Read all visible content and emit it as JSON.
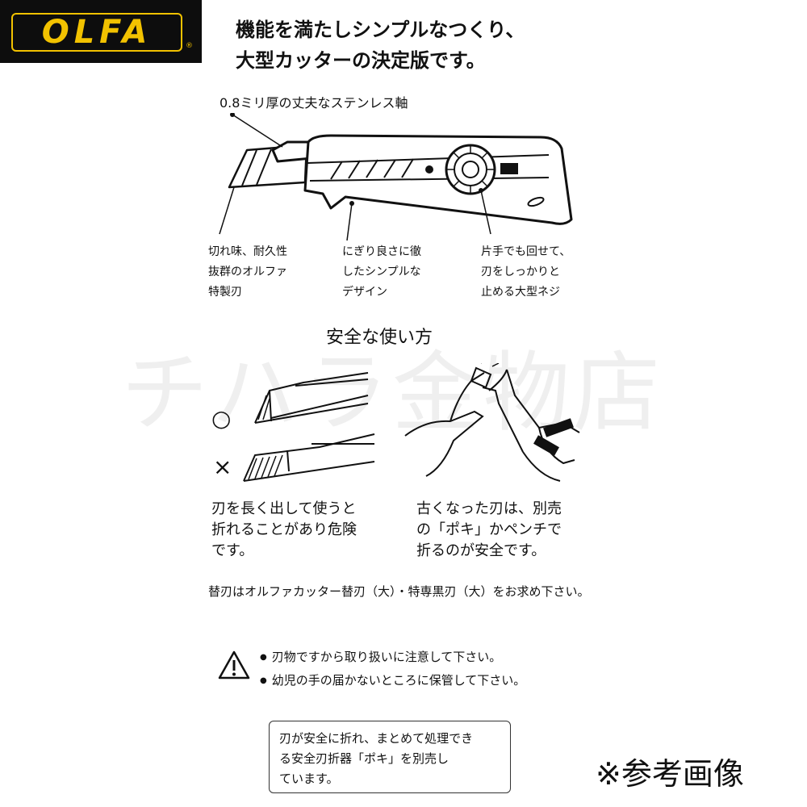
{
  "brand": {
    "logo_text": "OLFA",
    "registered_mark": "®",
    "logo_color": "#f2c200",
    "logo_bg": "#0d0d0d"
  },
  "headline": {
    "line1": "機能を満たしシンプルなつくり、",
    "line2": "大型カッターの決定版です。"
  },
  "diagram": {
    "spec_label": "0.8ミリ厚の丈夫なステンレス軸",
    "features": [
      {
        "lines": [
          "切れ味、耐久性",
          "抜群のオルファ",
          "特製刃"
        ]
      },
      {
        "lines": [
          "にぎり良さに徹",
          "したシンプルな",
          "デザイン"
        ]
      },
      {
        "lines": [
          "片手でも回せて、",
          "刃をしっかりと",
          "止める大型ネジ"
        ]
      }
    ]
  },
  "safety": {
    "title": "安全な使い方",
    "ok_mark": "○",
    "ng_mark": "×",
    "left_caption": [
      "刃を長く出して使うと",
      "折れることがあり危険",
      "です。"
    ],
    "right_caption": [
      "古くなった刃は、別売",
      "の「ポキ」かペンチで",
      "折るのが安全です。"
    ]
  },
  "replacement_note": "替刃はオルファカッター替刃（大）・特専黒刃（大）をお求め下さい。",
  "warnings": [
    "刃物ですから取り扱いに注意して下さい。",
    "幼児の手の届かないところに保管して下さい。"
  ],
  "info_box": [
    "刃が安全に折れ、まとめて処理でき",
    "る安全刃折器「ポキ」を別売し",
    "ています。"
  ],
  "reference_label": "※参考画像",
  "watermark": "チハラ金物店",
  "icons": {
    "warning": "warning-triangle-icon",
    "ok": "circle-ok-icon",
    "ng": "cross-ng-icon"
  }
}
